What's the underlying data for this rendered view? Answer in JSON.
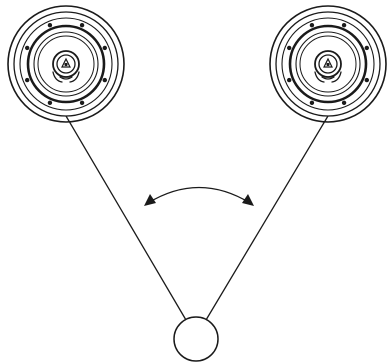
{
  "diagram": {
    "type": "speaker-placement",
    "speakers": [
      {
        "id": "left",
        "icon": "speaker-icon"
      },
      {
        "id": "right",
        "icon": "speaker-icon"
      }
    ],
    "listener_icon": "listener-circle-icon",
    "angle_indicator_icon": "double-headed-arc-arrow-icon",
    "line_color": "#1a1a1a",
    "background_color": "#ffffff"
  }
}
